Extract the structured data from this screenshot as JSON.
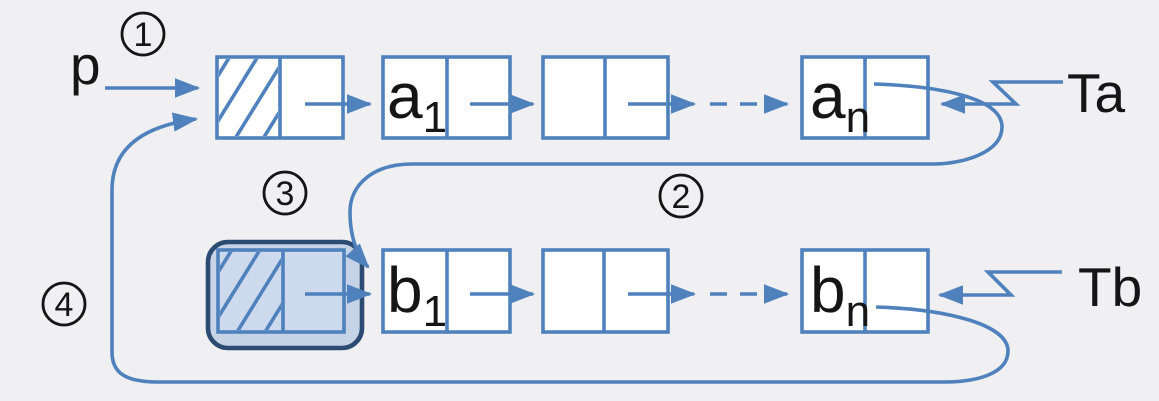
{
  "colors": {
    "accent": "#4f81bd",
    "bg": "#f0eff1",
    "text": "#151515",
    "highlight_fill": "#c6d2e5",
    "highlight_border": "#2c4b72",
    "highlight_cell_fill": "#cdd9ec"
  },
  "pointers": {
    "p": "p",
    "ta": "Ta",
    "tb": "Tb"
  },
  "steps": [
    {
      "n": "1"
    },
    {
      "n": "2"
    },
    {
      "n": "3"
    },
    {
      "n": "4"
    }
  ],
  "list_a": {
    "head": {
      "hatched": true,
      "highlighted": false
    },
    "nodes": [
      {
        "label_base": "a",
        "label_sub": "1"
      },
      {
        "label_base": "",
        "label_sub": ""
      },
      {
        "label_base": "a",
        "label_sub": "n"
      }
    ]
  },
  "list_b": {
    "head": {
      "hatched": true,
      "highlighted": true
    },
    "nodes": [
      {
        "label_base": "b",
        "label_sub": "1"
      },
      {
        "label_base": "",
        "label_sub": ""
      },
      {
        "label_base": "b",
        "label_sub": "n"
      }
    ]
  }
}
